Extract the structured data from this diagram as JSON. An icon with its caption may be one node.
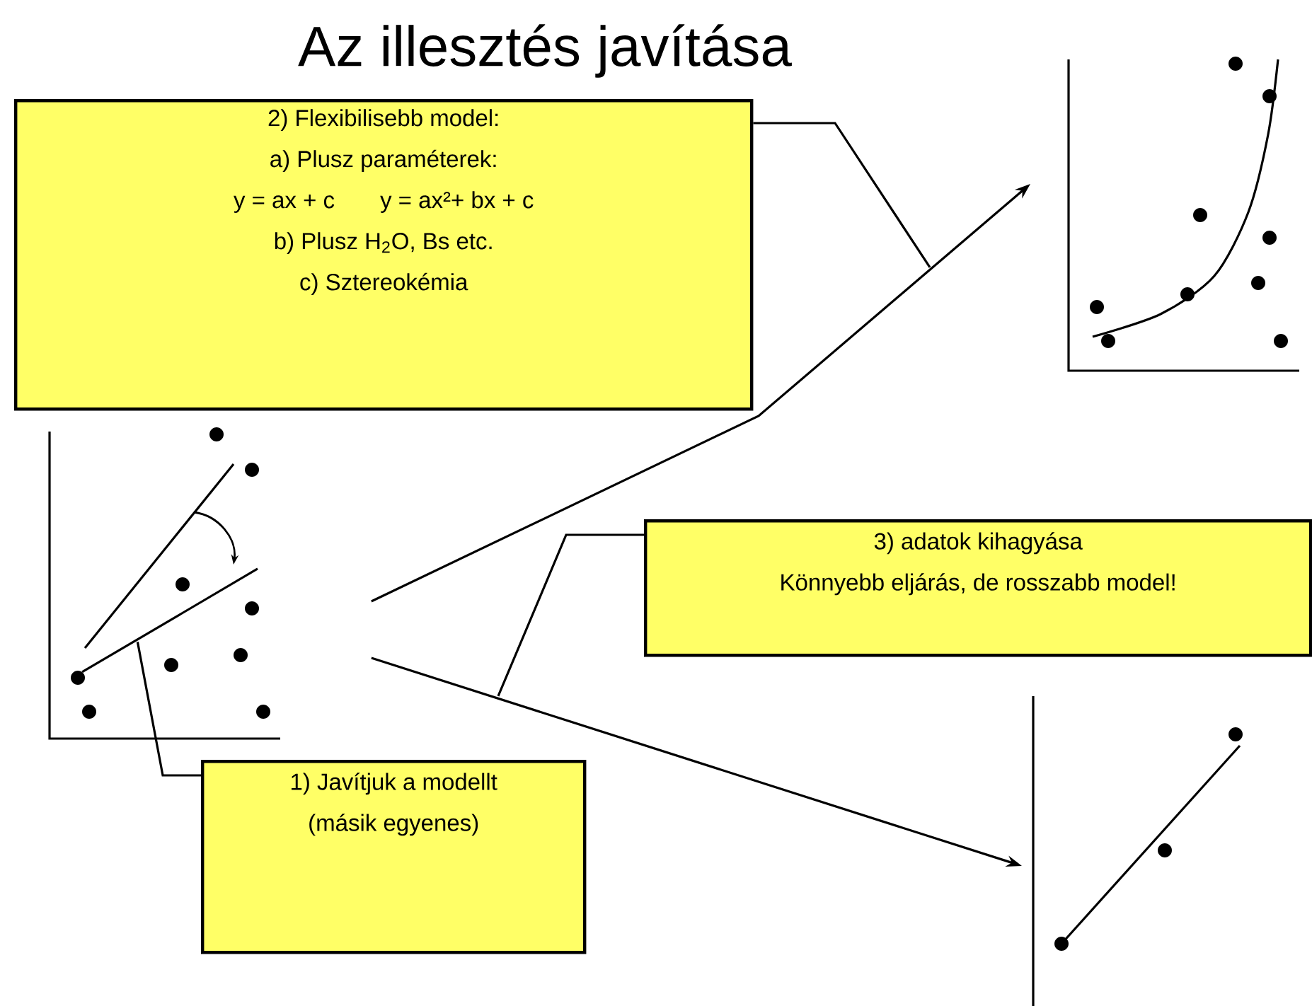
{
  "diagram": {
    "title": "Az illesztés javítása",
    "nodes": [
      {
        "text": [
          "2) Flexibilisebb model:",
          "a) Plusz paraméterek:",
          "y = ax + c",
          "y = ax²+ bx + c",
          "b) Plusz H$_{2}$O, Bs etc.",
          "c) Sztereokémia"
        ]
      },
      {
        "text": [
          "3) adatok kihagyása",
          "Könnyebb eljárás, de rosszabb model!"
        ]
      },
      {
        "text": [
          "1) Javítjuk a modellt",
          "(másik egyenes)"
        ]
      },
      {
        "text": [],
        "shape": "picture"
      },
      {
        "text": [],
        "shape": "picture"
      },
      {
        "text": [],
        "shape": "picture"
      }
    ],
    "edges": [
      {
        "from": 3,
        "to": 4,
        "arrow": "to"
      },
      {
        "from": 3,
        "to": 5,
        "arrow": "to"
      },
      {
        "from": 0,
        "to": null,
        "arrow": "none"
      },
      {
        "from": 1,
        "to": null,
        "arrow": "none"
      },
      {
        "from": 2,
        "to": 3,
        "arrow": "none"
      }
    ]
  }
}
